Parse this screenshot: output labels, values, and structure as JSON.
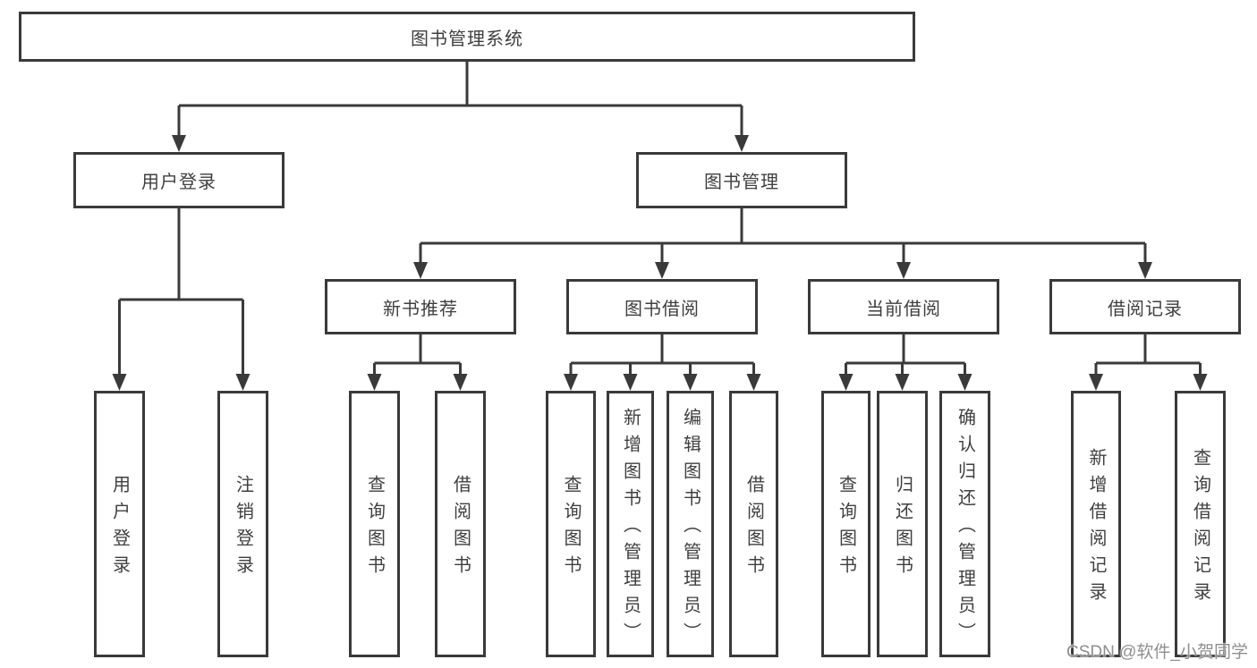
{
  "diagram": {
    "title": "图书管理系统",
    "watermark": "CSDN @软件_小贺同学",
    "colors": {
      "line": "#3a3a3a",
      "box_border": "#3a3a3a",
      "text": "#3f3f3f",
      "background": "#ffffff",
      "watermark": "#8f8f8f"
    },
    "nodes": {
      "root": {
        "label": "图书管理系统"
      },
      "user_login": {
        "label": "用户登录"
      },
      "book_mgmt": {
        "label": "图书管理"
      },
      "new_book_rec": {
        "label": "新书推荐"
      },
      "book_borrow": {
        "label": "图书借阅"
      },
      "current_borrow": {
        "label": "当前借阅"
      },
      "borrow_record": {
        "label": "借阅记录"
      },
      "user_login_leaf": {
        "label": "用户登录"
      },
      "logout_leaf": {
        "label": "注销登录"
      },
      "nb_query": {
        "label": "查询图书"
      },
      "nb_borrow": {
        "label": "借阅图书"
      },
      "bb_query": {
        "label": "查询图书"
      },
      "bb_add": {
        "label": "新增图书（管理员）"
      },
      "bb_edit": {
        "label": "编辑图书（管理员）"
      },
      "bb_borrow": {
        "label": "借阅图书"
      },
      "cb_query": {
        "label": "查询图书"
      },
      "cb_return": {
        "label": "归还图书"
      },
      "cb_confirm": {
        "label": "确认归还（管理员）"
      },
      "br_add": {
        "label": "新增借阅记录"
      },
      "br_query": {
        "label": "查询借阅记录"
      }
    },
    "edges": [
      {
        "from": "root",
        "to": "user_login"
      },
      {
        "from": "root",
        "to": "book_mgmt"
      },
      {
        "from": "user_login",
        "to": "user_login_leaf"
      },
      {
        "from": "user_login",
        "to": "logout_leaf"
      },
      {
        "from": "book_mgmt",
        "to": "new_book_rec"
      },
      {
        "from": "book_mgmt",
        "to": "book_borrow"
      },
      {
        "from": "book_mgmt",
        "to": "current_borrow"
      },
      {
        "from": "book_mgmt",
        "to": "borrow_record"
      },
      {
        "from": "new_book_rec",
        "to": "nb_query"
      },
      {
        "from": "new_book_rec",
        "to": "nb_borrow"
      },
      {
        "from": "book_borrow",
        "to": "bb_query"
      },
      {
        "from": "book_borrow",
        "to": "bb_add"
      },
      {
        "from": "book_borrow",
        "to": "bb_edit"
      },
      {
        "from": "book_borrow",
        "to": "bb_borrow"
      },
      {
        "from": "current_borrow",
        "to": "cb_query"
      },
      {
        "from": "current_borrow",
        "to": "cb_return"
      },
      {
        "from": "current_borrow",
        "to": "cb_confirm"
      },
      {
        "from": "borrow_record",
        "to": "br_add"
      },
      {
        "from": "borrow_record",
        "to": "br_query"
      }
    ]
  }
}
